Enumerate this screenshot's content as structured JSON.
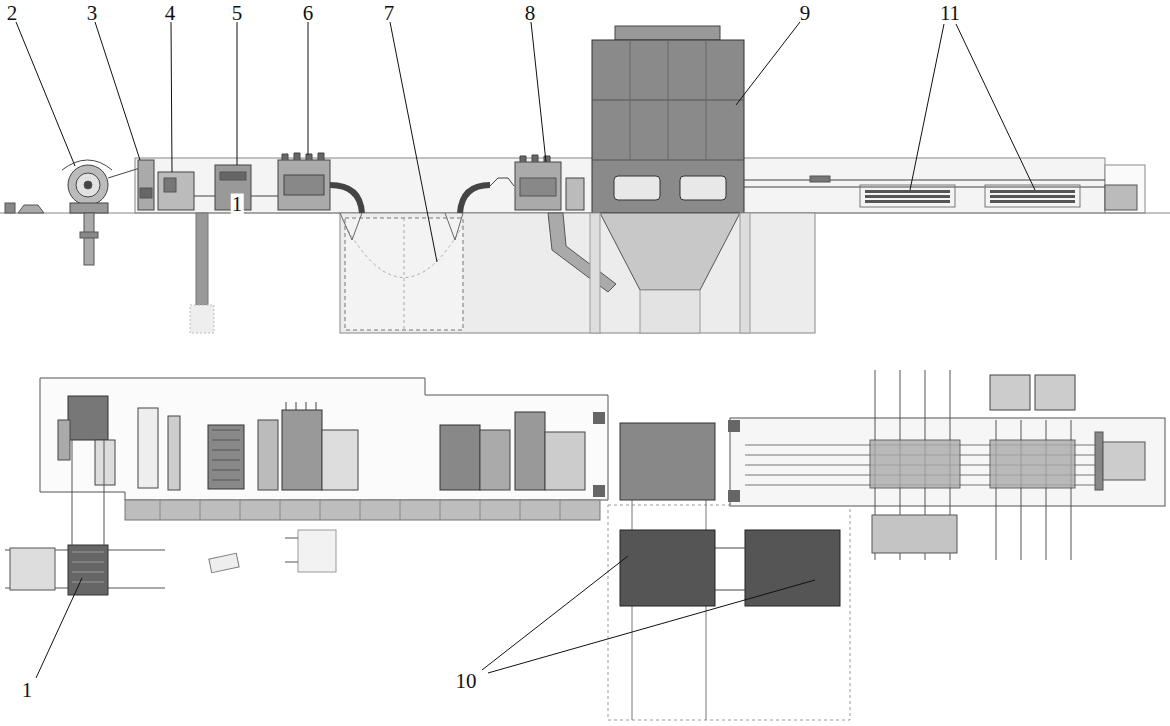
{
  "diagram": {
    "labels": [
      "2",
      "3",
      "4",
      "5",
      "6",
      "7",
      "8",
      "9",
      "11",
      "1",
      "1",
      "10"
    ]
  }
}
